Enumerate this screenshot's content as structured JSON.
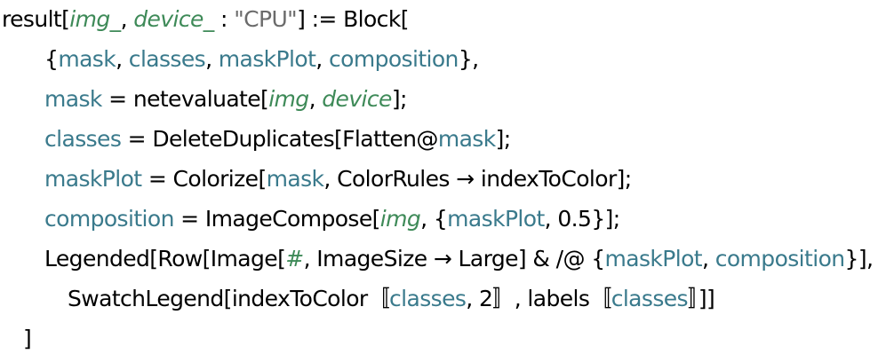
{
  "code": {
    "colors": {
      "local": "#3a7a8c",
      "pattern": "#3e8a58",
      "string": "#6b6b6b",
      "plain": "#000000"
    },
    "lines": [
      [
        {
          "t": "result[",
          "c": "p"
        },
        {
          "t": "img_",
          "c": "v"
        },
        {
          "t": ", ",
          "c": "p"
        },
        {
          "t": "device_",
          "c": "v"
        },
        {
          "t": " : ",
          "c": "p"
        },
        {
          "t": "\"CPU\"",
          "c": "s"
        },
        {
          "t": "] := Block[",
          "c": "p"
        }
      ],
      [
        {
          "t": "{",
          "c": "p"
        },
        {
          "t": "mask",
          "c": "l"
        },
        {
          "t": ", ",
          "c": "p"
        },
        {
          "t": "classes",
          "c": "l"
        },
        {
          "t": ", ",
          "c": "p"
        },
        {
          "t": "maskPlot",
          "c": "l"
        },
        {
          "t": ", ",
          "c": "p"
        },
        {
          "t": "composition",
          "c": "l"
        },
        {
          "t": "},",
          "c": "p"
        }
      ],
      [
        {
          "t": "mask",
          "c": "l"
        },
        {
          "t": " = netevaluate[",
          "c": "p"
        },
        {
          "t": "img",
          "c": "v"
        },
        {
          "t": ", ",
          "c": "p"
        },
        {
          "t": "device",
          "c": "v"
        },
        {
          "t": "];",
          "c": "p"
        }
      ],
      [
        {
          "t": "classes",
          "c": "l"
        },
        {
          "t": " = DeleteDuplicates[Flatten@",
          "c": "p"
        },
        {
          "t": "mask",
          "c": "l"
        },
        {
          "t": "];",
          "c": "p"
        }
      ],
      [
        {
          "t": "maskPlot",
          "c": "l"
        },
        {
          "t": " = Colorize[",
          "c": "p"
        },
        {
          "t": "mask",
          "c": "l"
        },
        {
          "t": ", ColorRules → indexToColor];",
          "c": "p"
        }
      ],
      [
        {
          "t": "composition",
          "c": "l"
        },
        {
          "t": " = ImageCompose[",
          "c": "p"
        },
        {
          "t": "img",
          "c": "v"
        },
        {
          "t": ", {",
          "c": "p"
        },
        {
          "t": "maskPlot",
          "c": "l"
        },
        {
          "t": ", 0.5}];",
          "c": "p"
        }
      ],
      [
        {
          "t": "Legended[Row[Image[",
          "c": "p"
        },
        {
          "t": "#",
          "c": "v"
        },
        {
          "t": ", ImageSize → Large] & /@ {",
          "c": "p"
        },
        {
          "t": "maskPlot",
          "c": "l"
        },
        {
          "t": ", ",
          "c": "p"
        },
        {
          "t": "composition",
          "c": "l"
        },
        {
          "t": "}],",
          "c": "p"
        }
      ],
      [
        {
          "t": "SwatchLegend[indexToColor〚",
          "c": "p"
        },
        {
          "t": "classes",
          "c": "l"
        },
        {
          "t": ", 2〛, labels〚",
          "c": "p"
        },
        {
          "t": "classes",
          "c": "l"
        },
        {
          "t": "〛]]",
          "c": "p"
        }
      ],
      [
        {
          "t": "]",
          "c": "p"
        }
      ]
    ]
  }
}
